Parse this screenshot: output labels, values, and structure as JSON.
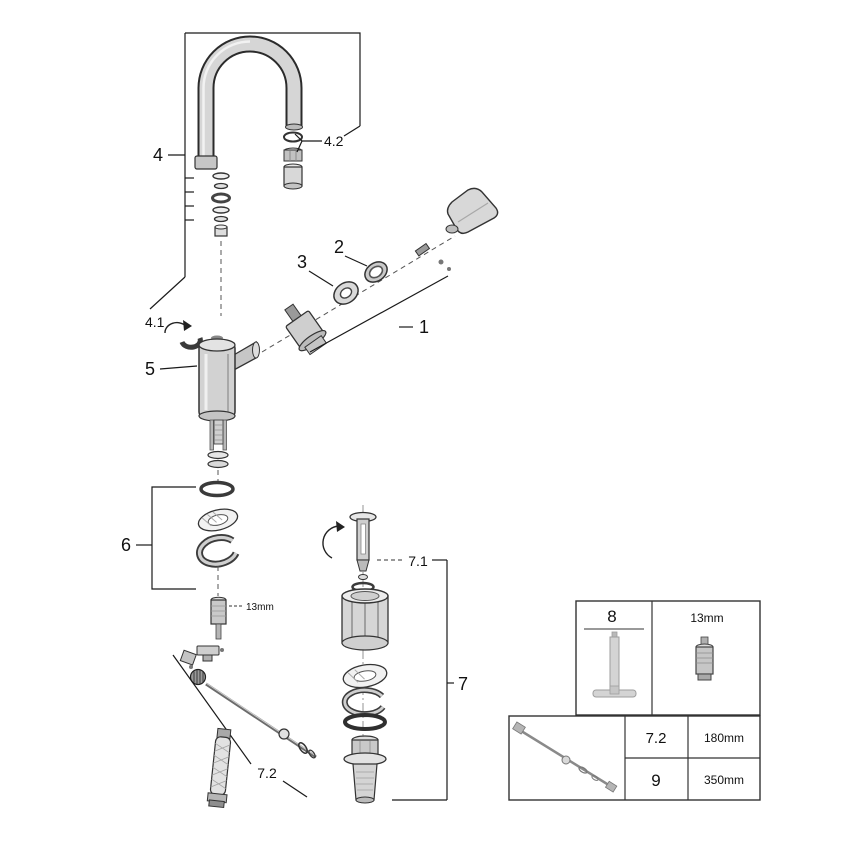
{
  "diagram": {
    "labels": {
      "p1": "1",
      "p2": "2",
      "p3": "3",
      "p4": "4",
      "p4_1": "4.1",
      "p4_2": "4.2",
      "p5": "5",
      "p6": "6",
      "p7": "7",
      "p7_1": "7.1",
      "p7_2": "7.2",
      "size_13mm": "13mm"
    },
    "legend": {
      "tool_label": "8",
      "tool_size": "13mm",
      "rows": [
        {
          "part": "7.2",
          "length": "180mm"
        },
        {
          "part": "9",
          "length": "350mm"
        }
      ]
    },
    "colors": {
      "line": "#1a1a1a",
      "metal_light": "#e6e6e6",
      "metal_mid": "#cccccc",
      "metal_dark": "#8f8f8f",
      "ghost": "#9e9e9e"
    }
  }
}
